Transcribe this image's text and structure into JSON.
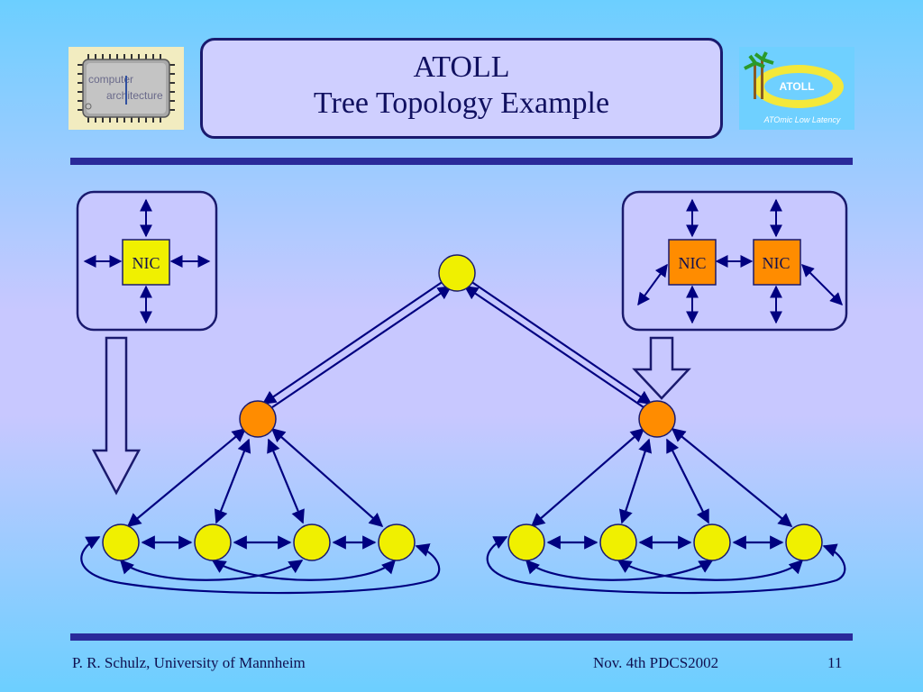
{
  "slide": {
    "title_line1": "ATOLL",
    "title_line2": "Tree Topology Example",
    "footer_left": "P. R. Schulz, University of Mannheim",
    "footer_center": "Nov. 4th  PDCS2002",
    "page_number": "11"
  },
  "logos": {
    "left": {
      "icon": "computer-architecture-chip-logo",
      "word1": "computer",
      "word2": "architecture"
    },
    "right": {
      "icon": "atoll-island-logo",
      "name": "ATOLL",
      "tagline": "ATOmic Low Latency"
    }
  },
  "legend": {
    "single_nic_label": "NIC",
    "dual_nic_labels": [
      "NIC",
      "NIC"
    ]
  },
  "colors": {
    "leaf_node": "#f0f000",
    "hub_node": "#ff8c00",
    "line": "#000080",
    "frame": "#1a1a6e"
  }
}
